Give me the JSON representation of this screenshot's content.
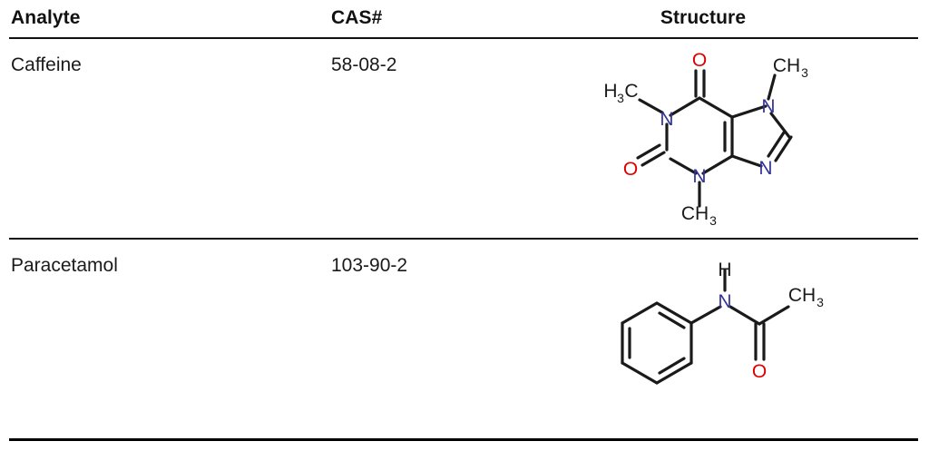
{
  "table": {
    "columns": [
      {
        "key": "analyte",
        "label": "Analyte"
      },
      {
        "key": "cas",
        "label": "CAS#"
      },
      {
        "key": "structure",
        "label": "Structure"
      }
    ],
    "rows": [
      {
        "analyte": "Caffeine",
        "cas": "58-08-2",
        "structure": {
          "name": "caffeine-structure",
          "atom_labels": {
            "o_top": "O",
            "o_left": "O",
            "n1": "N",
            "n3": "N",
            "n7": "N",
            "n9": "N",
            "methyl_left_main": "H",
            "methyl_left_sub": "3",
            "methyl_left_c": "C",
            "methyl_top_right_main": "CH",
            "methyl_top_right_sub": "3",
            "methyl_bottom_main": "CH",
            "methyl_bottom_sub": "3"
          }
        }
      },
      {
        "analyte": "Paracetamol",
        "cas": "103-90-2",
        "structure": {
          "name": "paracetamol-structure",
          "atom_labels": {
            "h": "H",
            "n": "N",
            "o": "O",
            "methyl_main": "CH",
            "methyl_sub": "3"
          }
        }
      }
    ]
  },
  "colors": {
    "nitrogen": "#333399",
    "oxygen": "#dd0000",
    "bond": "#1a1a1a",
    "text": "#1a1a1a",
    "rule": "#111111",
    "background": "#ffffff"
  }
}
